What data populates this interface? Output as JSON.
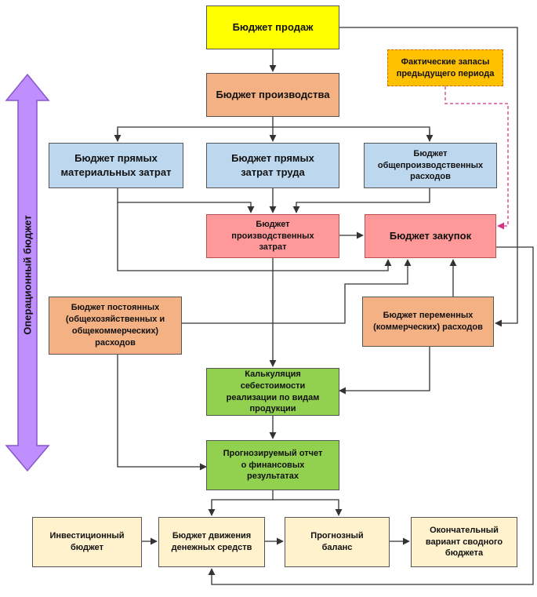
{
  "side_label": "Операционный бюджет",
  "nodes": {
    "sales": "Бюджет продаж",
    "actual_stock": "Фактические запасы предыдущего периода",
    "production": "Бюджет производства",
    "direct_materials": "Бюджет прямых материальных затрат",
    "direct_labor": "Бюджет прямых затрат труда",
    "overhead": "Бюджет общепроизводственных расходов",
    "production_costs": "Бюджет производственных затрат",
    "purchases": "Бюджет закупок",
    "fixed_costs": "Бюджет постоянных (общехозяйственных и общекоммерческих) расходов",
    "variable_costs": "Бюджет переменных (коммерческих) расходов",
    "costing": "Калькуляция себестоимости реализации по видам продукции",
    "income_forecast": "Прогнозируемый отчет о финансовых результатах",
    "investment": "Инвестиционный бюджет",
    "cash_flow": "Бюджет движения денежных средств",
    "forecast_balance": "Прогнозный баланс",
    "final_budget": "Окончательный вариант сводного бюджета"
  },
  "colors": {
    "arrow_purple": "#bf8fff",
    "dashed_link": "#d63384"
  }
}
